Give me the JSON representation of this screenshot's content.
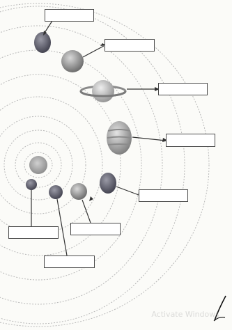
{
  "worksheet": {
    "answer_boxes": [
      {
        "id": "box-1",
        "value": ""
      },
      {
        "id": "box-2",
        "value": ""
      },
      {
        "id": "box-3",
        "value": ""
      },
      {
        "id": "box-4",
        "value": ""
      },
      {
        "id": "box-5",
        "value": ""
      },
      {
        "id": "box-6",
        "value": ""
      },
      {
        "id": "box-7",
        "value": ""
      },
      {
        "id": "box-8",
        "value": ""
      }
    ],
    "colors": {
      "orbit": "#b9b9b9",
      "leader_line": "#333333",
      "box_border": "#4a4a4a",
      "sun": "#a9a9a9",
      "planet_dark": "#6f6f7a",
      "planet_mid": "#9c9c9c",
      "planet_light": "#c9c9c9"
    },
    "watermark": "Activate Windows"
  }
}
